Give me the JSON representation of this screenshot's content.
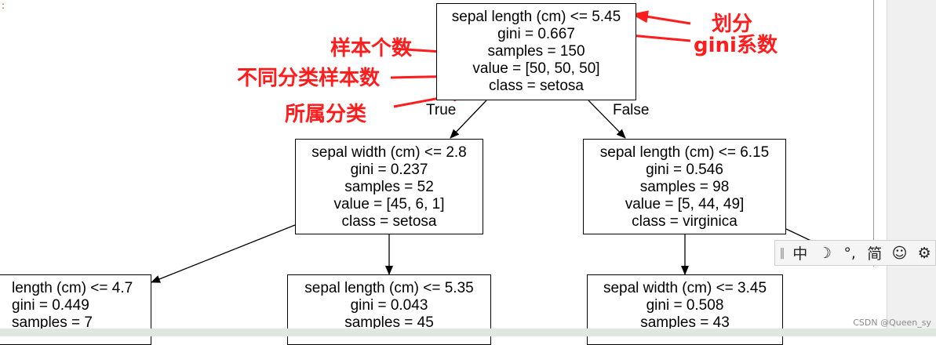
{
  "tree": {
    "root": {
      "lines": [
        "sepal length (cm) <= 5.45",
        "gini = 0.667",
        "samples = 150",
        "value = [50, 50, 50]",
        "class = setosa"
      ]
    },
    "left": {
      "lines": [
        "sepal width (cm) <= 2.8",
        "gini = 0.237",
        "samples = 52",
        "value = [45, 6, 1]",
        "class = setosa"
      ]
    },
    "right": {
      "lines": [
        "sepal length (cm) <= 6.15",
        "gini = 0.546",
        "samples = 98",
        "value = [5, 44, 49]",
        "class = virginica"
      ]
    },
    "left_left": {
      "lines": [
        "length (cm) <= 4.7",
        "gini = 0.449",
        "samples = 7"
      ]
    },
    "left_right": {
      "lines": [
        "sepal length (cm) <= 5.35",
        "gini = 0.043",
        "samples = 45"
      ]
    },
    "right_left": {
      "lines": [
        "sepal width (cm) <= 3.45",
        "gini = 0.508",
        "samples = 43"
      ]
    },
    "edge_true": "True",
    "edge_false": "False"
  },
  "annotations": {
    "split": "划分",
    "gini_coef": "gini系数",
    "sample_count": "样本个数",
    "class_sample_count": "不同分类样本数",
    "belong_class": "所属分类",
    "color": "#ff1c1c"
  },
  "ime_toolbar": {
    "grip": "‖",
    "lang": "中",
    "moon": "☽",
    "punct": "°,",
    "simplified": "简",
    "smile": "☺",
    "gear": "⚙"
  },
  "watermark": "CSDN @Queen_sy",
  "corner_mark": ":"
}
